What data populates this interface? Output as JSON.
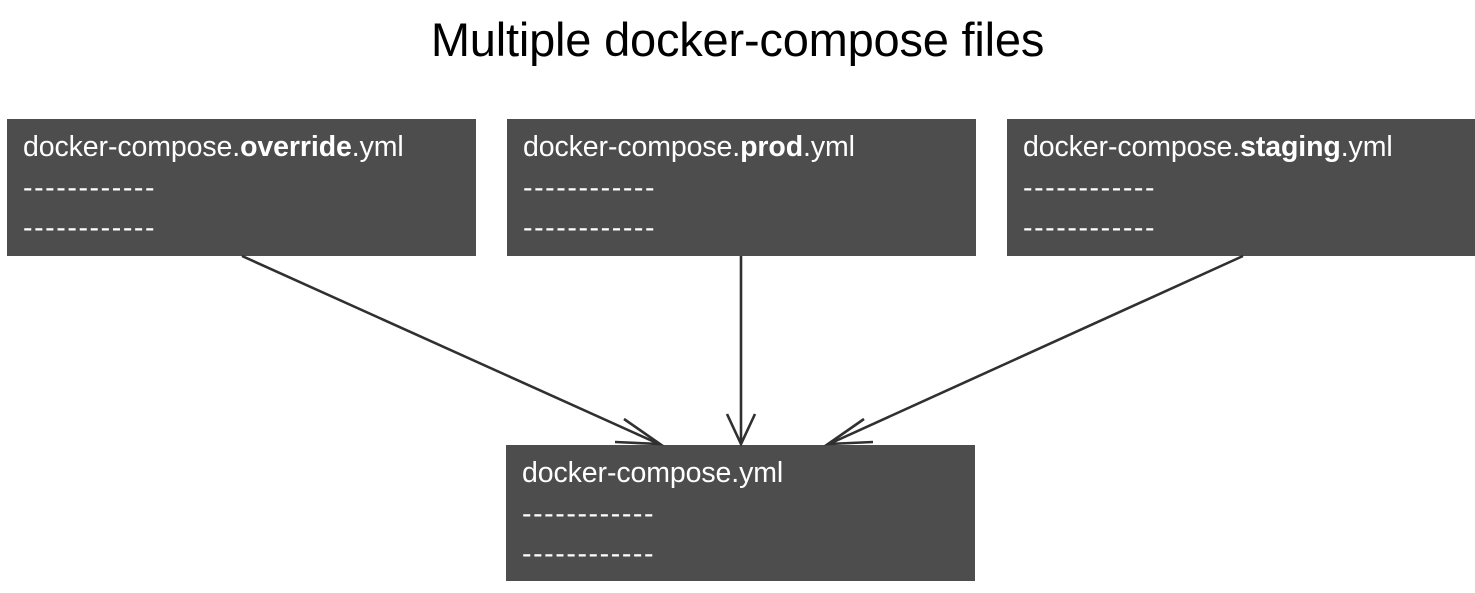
{
  "title": "Multiple docker-compose files",
  "theme": {
    "background": "#ffffff",
    "box_fill": "#4d4d4d",
    "box_text": "#ffffff",
    "title_text": "#000000",
    "arrow_color": "#303030"
  },
  "boxes": {
    "override": {
      "prefix": "docker-compose.",
      "emphasis": "override",
      "suffix": ".yml",
      "line1": "------------",
      "line2": "------------"
    },
    "prod": {
      "prefix": "docker-compose.",
      "emphasis": "prod",
      "suffix": ".yml",
      "line1": "------------",
      "line2": "------------"
    },
    "staging": {
      "prefix": "docker-compose.",
      "emphasis": "staging",
      "suffix": ".yml",
      "line1": "------------",
      "line2": "------------"
    },
    "base": {
      "prefix": "docker-compose.yml",
      "emphasis": "",
      "suffix": "",
      "line1": "------------",
      "line2": "------------"
    }
  },
  "arrows": [
    {
      "name": "arrow-override-to-base",
      "from": "override",
      "to": "base"
    },
    {
      "name": "arrow-prod-to-base",
      "from": "prod",
      "to": "base"
    },
    {
      "name": "arrow-staging-to-base",
      "from": "staging",
      "to": "base"
    }
  ]
}
